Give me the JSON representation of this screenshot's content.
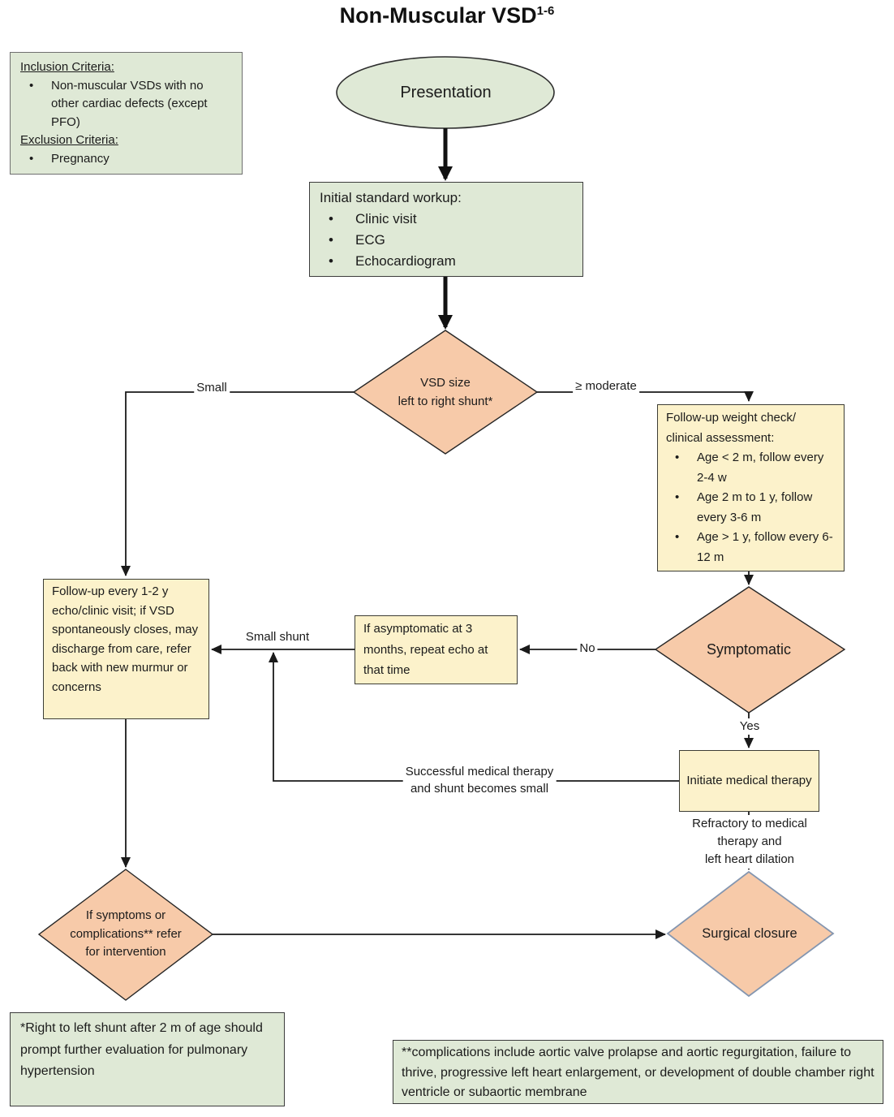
{
  "title": {
    "text": "Non-Muscular VSD",
    "superscript": "1-6"
  },
  "criteria_box": {
    "inclusion_heading": "Inclusion Criteria:",
    "inclusion_items": [
      "Non-muscular VSDs with no other cardiac defects (except PFO)"
    ],
    "exclusion_heading": "Exclusion Criteria:",
    "exclusion_items": [
      "Pregnancy"
    ]
  },
  "nodes": {
    "presentation": "Presentation",
    "workup": {
      "heading": "Initial standard workup:",
      "bullets": [
        "Clinic visit",
        "ECG",
        "Echocardiogram"
      ]
    },
    "vsd_size_decision": "VSD size\nleft to right shunt*",
    "weight_check": {
      "heading": "Follow-up weight check/\nclinical assessment:",
      "bullets": [
        "Age < 2 m, follow every 2-4 w",
        "Age 2 m to 1 y, follow every 3-6 m",
        "Age > 1 y, follow every 6-12 m"
      ]
    },
    "symptomatic_decision": "Symptomatic",
    "asymptomatic_echo": "If asymptomatic at 3 months, repeat echo at that time",
    "followup_small": "Follow-up every 1-2 y echo/clinic visit; if VSD spontaneously closes, may discharge from care, refer back with new murmur or concerns",
    "initiate_therapy": "Initiate medical therapy",
    "symptoms_intervention": "If symptoms or\ncomplications** refer\nfor intervention",
    "surgical_closure": "Surgical closure"
  },
  "edge_labels": {
    "small": "Small",
    "moderate": "≥ moderate",
    "no": "No",
    "small_shunt": "Small shunt",
    "yes": "Yes",
    "successful_therapy": "Successful medical therapy\nand shunt becomes small",
    "refractory": "Refractory to medical therapy and\nleft heart dilation"
  },
  "footnotes": {
    "single_star": "*Right to left shunt after 2 m of age should prompt further evaluation for pulmonary hypertension",
    "double_star": "**complications include aortic valve prolapse and aortic regurgitation, failure to thrive, progressive left heart enlargement, or development of double chamber right ventricle or subaortic membrane"
  },
  "colors": {
    "green_fill": "#dfe9d6",
    "yellow_fill": "#fcf2cb",
    "peach_fill": "#f7caa9",
    "line_black": "#1a1a1a",
    "surgical_border": "#8496b0"
  }
}
